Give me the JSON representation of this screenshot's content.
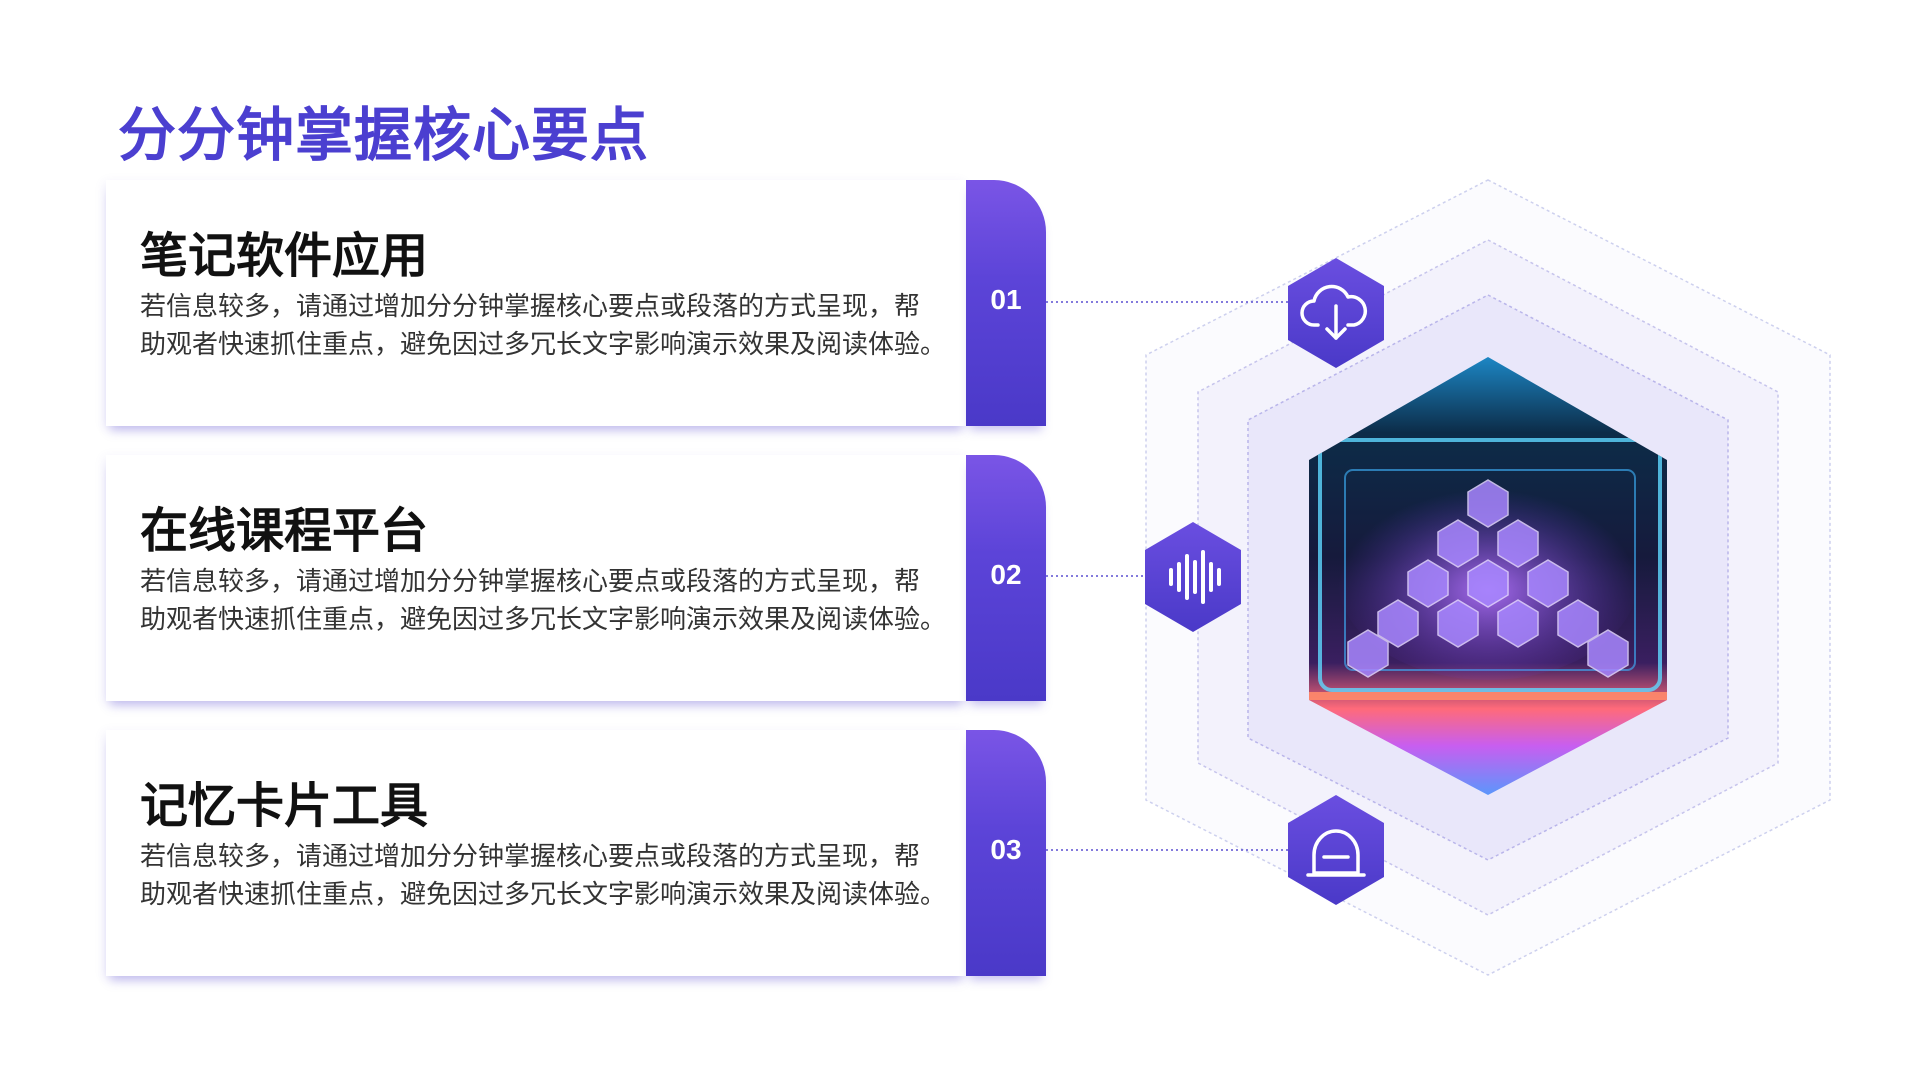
{
  "title": "分分钟掌握核心要点",
  "items": [
    {
      "number": "01",
      "heading": "笔记软件应用",
      "body_line1": "若信息较多，请通过增加分分钟掌握核心要点或段落的方式呈现，帮",
      "body_line2": "助观者快速抓住重点，避免因过多冗长文字影响演示效果及阅读体验。",
      "icon": "cloud-download-icon"
    },
    {
      "number": "02",
      "heading": "在线课程平台",
      "body_line1": "若信息较多，请通过增加分分钟掌握核心要点或段落的方式呈现，帮",
      "body_line2": "助观者快速抓住重点，避免因过多冗长文字影响演示效果及阅读体验。",
      "icon": "audio-waveform-icon"
    },
    {
      "number": "03",
      "heading": "记忆卡片工具",
      "body_line1": "若信息较多，请通过增加分分钟掌握核心要点或段落的方式呈现，帮",
      "body_line2": "助观者快速抓住重点，避免因过多冗长文字影响演示效果及阅读体验。",
      "icon": "bell-icon"
    }
  ],
  "colors": {
    "accent": "#4b3fd0",
    "accent_light": "#7a55e6",
    "hex_fill": "#efeefb",
    "text_dark": "#111111",
    "text_body": "#333333"
  }
}
